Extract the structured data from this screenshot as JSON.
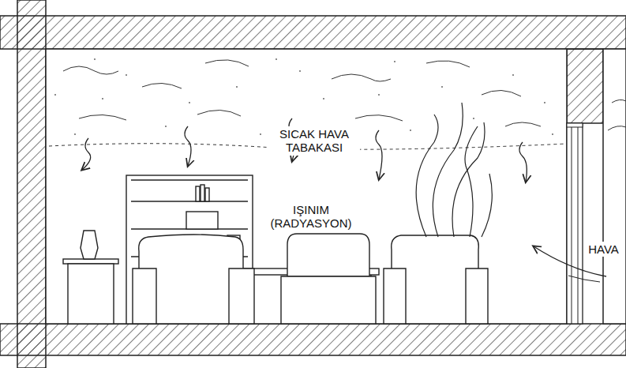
{
  "diagram": {
    "labels": [
      "SICAK HAVA TABAKASI",
      "IŞINIM (RADYASYON)",
      "HAVA"
    ]
  }
}
